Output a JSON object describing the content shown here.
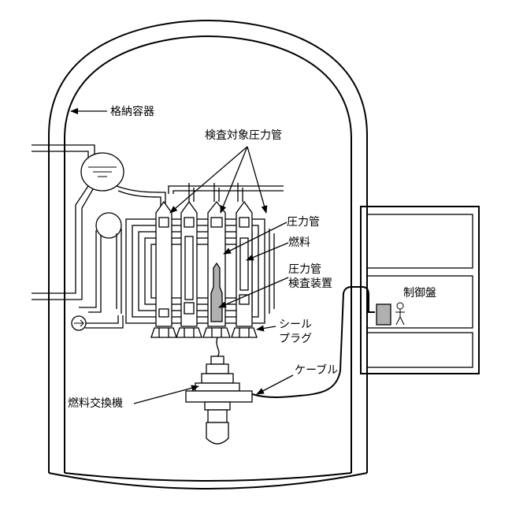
{
  "labels": {
    "containment": "格納容器",
    "inspected_tubes": "検査対象圧力管",
    "pressure_tube": "圧力管",
    "fuel": "燃料",
    "inspection_device_line1": "圧力管",
    "inspection_device_line2": "検査装置",
    "control_panel": "制御盤",
    "seal_plug_line1": "シール",
    "seal_plug_line2": "プラグ",
    "cable": "ケーブル",
    "fuel_machine": "燃料交換機"
  },
  "colors": {
    "line": "#000000",
    "background": "#ffffff",
    "device_fill": "#b0b0b0"
  }
}
